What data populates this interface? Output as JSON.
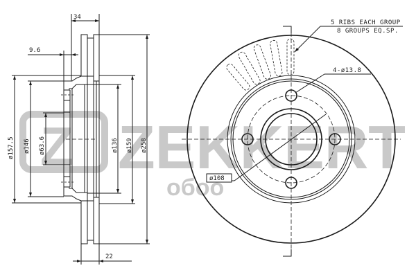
{
  "watermark": {
    "brand": "ZEKKERT",
    "brand_display": "ZEKKERT",
    "logo_glyph": "Z",
    "subtext": "oбоо",
    "color": "#c9c9c9"
  },
  "section_view": {
    "dimensions": {
      "overall_width": "34",
      "hub_offset": "9.6",
      "plate_width": "22",
      "dia_157_5": "ø157.5",
      "dia_146": "ø146",
      "dia_63_6": "ø63.6",
      "dia_136": "ø136",
      "dia_159": "ø159",
      "dia_258": "ø258"
    }
  },
  "front_view": {
    "rib_note_line1": "5 RIBS EACH GROUP",
    "rib_note_line2": "8 GROUPS EQ.SP.",
    "bolt_holes": "4-ø13.8",
    "pcd": "ø108"
  },
  "colors": {
    "line": "#1a1a1a",
    "watermark": "#c9c9c9",
    "background": "#ffffff"
  }
}
